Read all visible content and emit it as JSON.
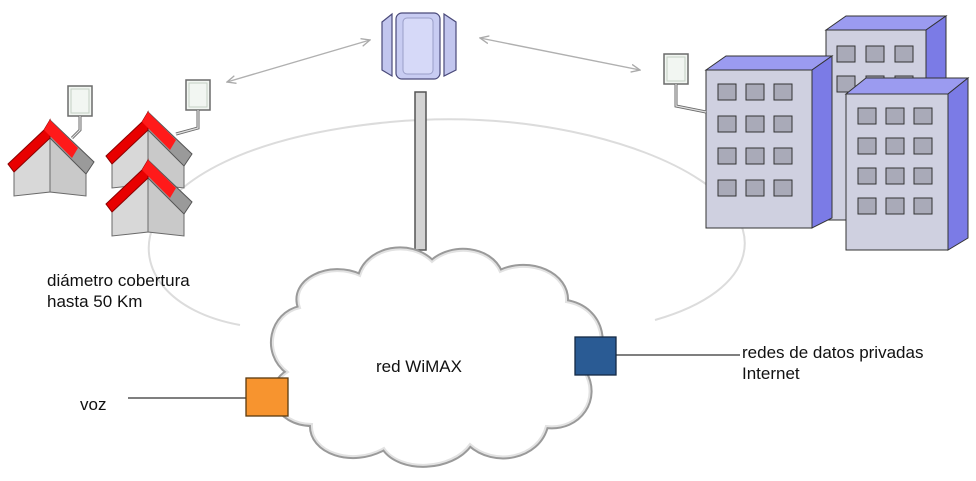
{
  "labels": {
    "coverage_line1": "diámetro cobertura",
    "coverage_line2": "hasta 50 Km",
    "cloud": "red WiMAX",
    "voice": "voz",
    "networks_line1": "redes de datos privadas",
    "networks_line2": "Internet"
  },
  "colors": {
    "roof": "#e80000",
    "house_wall": "#d6d6d6",
    "building_front": "#cfd0e0",
    "building_side": "#7b7be6",
    "building_top": "#9b9bf0",
    "window": "#a9aab8",
    "tower": "#c2c6ee",
    "voice_port": "#f7942f",
    "data_port": "#2a5b94",
    "coverage_ring": "#d8d8d8"
  },
  "icons": [
    "house-icon",
    "building-icon",
    "subscriber-antenna-icon",
    "base-station-antenna-icon",
    "cloud-icon"
  ]
}
